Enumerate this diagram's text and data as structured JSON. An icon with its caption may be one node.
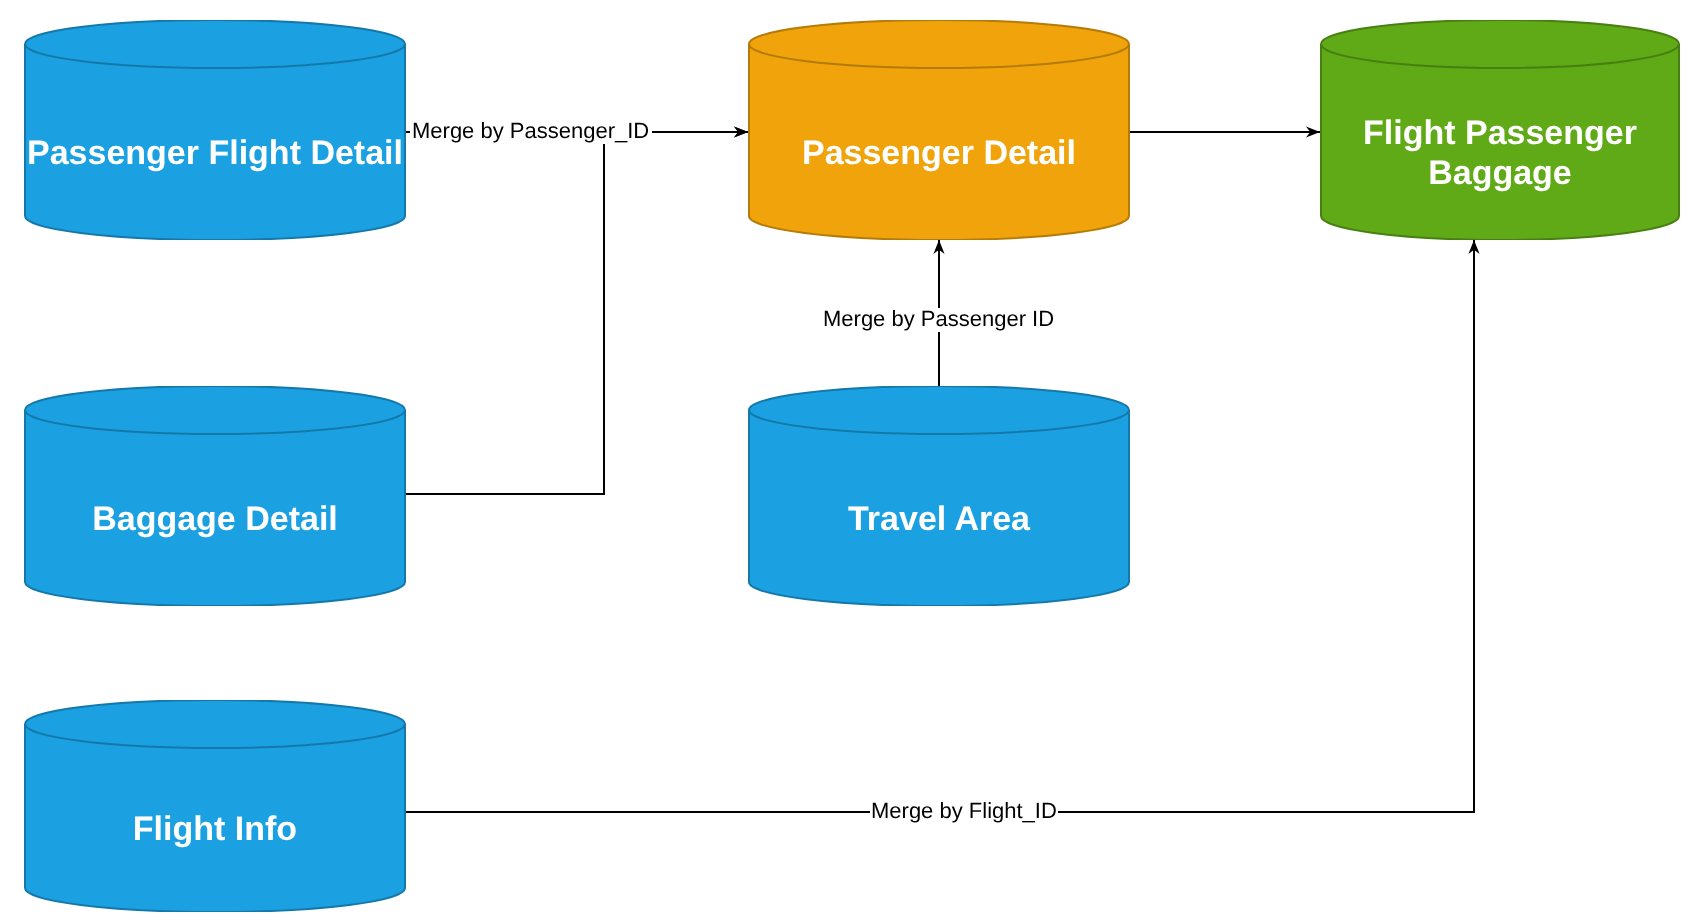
{
  "diagram": {
    "nodes": [
      {
        "text": [
          "Passenger Flight Detail"
        ]
      },
      {
        "text": [
          "Passenger Detail"
        ]
      },
      {
        "text": [
          "Flight Passenger Baggage"
        ]
      },
      {
        "text": [
          "Baggage Detail"
        ]
      },
      {
        "text": [
          "Travel Area"
        ]
      },
      {
        "text": [
          "Flight Info"
        ]
      }
    ],
    "edges": [
      {
        "from": 0,
        "to": 1,
        "arrow": "to",
        "label": "Merge by Passenger_ID"
      },
      {
        "from": 3,
        "to": 1,
        "arrow": "to"
      },
      {
        "from": 4,
        "to": 1,
        "arrow": "to",
        "label": "Merge by Passenger ID"
      },
      {
        "from": 1,
        "to": 2,
        "arrow": "to"
      },
      {
        "from": 5,
        "to": 2,
        "arrow": "to",
        "label": "Merge by Flight_ID"
      }
    ]
  }
}
